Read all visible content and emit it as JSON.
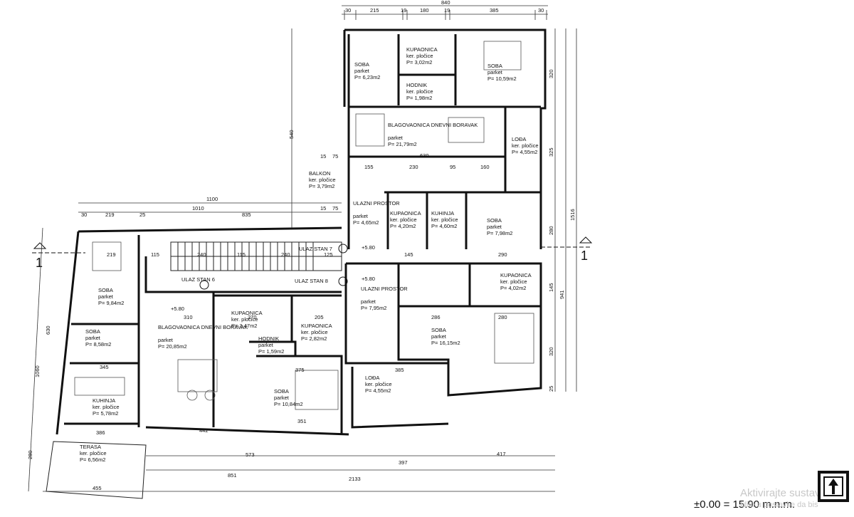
{
  "elevation": "±0.00 = 15.90 m.n.m.",
  "watermark": {
    "line1": "Aktivirajte sustav",
    "line2": "Idite u postavke da bis"
  },
  "section_mark": "1",
  "rooms": [
    {
      "name": "SOBA",
      "floor": "parket",
      "area": "P= 6,23m2"
    },
    {
      "name": "KUPAONICA",
      "floor": "ker. pločice",
      "area": "P= 3,02m2"
    },
    {
      "name": "SOBA",
      "floor": "parket",
      "area": "P= 10,59m2"
    },
    {
      "name": "HODNIK",
      "floor": "ker. pločice",
      "area": "P= 1,98m2"
    },
    {
      "name": "BLAGOVAONICA DNEVNI BORAVAK",
      "floor": "parket",
      "area": "P= 21,79m2"
    },
    {
      "name": "LOĐA",
      "floor": "ker. pločice",
      "area": "P= 4,55m2"
    },
    {
      "name": "BALKON",
      "floor": "ker. pločice",
      "area": "P= 3,79m2"
    },
    {
      "name": "ULAZNI PROSTOR",
      "floor": "parket",
      "area": "P= 4,65m2"
    },
    {
      "name": "KUPAONICA",
      "floor": "ker. pločice",
      "area": "P= 4,20m2"
    },
    {
      "name": "KUHINJA",
      "floor": "ker. pločice",
      "area": "P= 4,60m2"
    },
    {
      "name": "SOBA",
      "floor": "parket",
      "area": "P= 7,98m2"
    },
    {
      "name": "KUPAONICA",
      "floor": "ker. pločice",
      "area": "P= 4,02m2"
    },
    {
      "name": "ULAZNI PROSTOR",
      "floor": "parket",
      "area": "P= 7,95m2"
    },
    {
      "name": "SOBA",
      "floor": "parket",
      "area": "P= 16,15m2"
    },
    {
      "name": "LOĐA",
      "floor": "ker. pločice",
      "area": "P= 4,55m2"
    },
    {
      "name": "SOBA",
      "floor": "parket",
      "area": "P= 9,84m2"
    },
    {
      "name": "SOBA",
      "floor": "parket",
      "area": "P= 8,58m2"
    },
    {
      "name": "KUHINJA",
      "floor": "ker. pločice",
      "area": "P= 5,78m2"
    },
    {
      "name": "TERASA",
      "floor": "ker. pločice",
      "area": "P= 6,56m2"
    },
    {
      "name": "BLAGOVAONICA DNEVNI BORAVAK",
      "floor": "parket",
      "area": "P= 20,85m2"
    },
    {
      "name": "KUPAONICA",
      "floor": "ker. pločice",
      "area": "P= 3,47m2"
    },
    {
      "name": "KUPAONICA",
      "floor": "ker. pločice",
      "area": "P= 2,82m2"
    },
    {
      "name": "HODNIK",
      "floor": "parket",
      "area": "P= 1,59m2"
    },
    {
      "name": "SOBA",
      "floor": "parket",
      "area": "P= 10,84m2"
    }
  ],
  "entrances": [
    "ULAZ STAN 7",
    "ULAZ STAN 8",
    "ULAZ STAN 6"
  ],
  "levels": [
    "+5.80",
    "+5.80",
    "+5.80"
  ],
  "dims": {
    "top": [
      "840",
      "30",
      "215",
      "19",
      "180",
      "19",
      "385",
      "30"
    ],
    "mid": [
      "1100",
      "1010",
      "30",
      "219",
      "25",
      "835",
      "15",
      "75",
      "15",
      "75"
    ],
    "inner_h": [
      "155",
      "230",
      "95",
      "160",
      "630",
      "540",
      "145",
      "115",
      "240",
      "115",
      "240",
      "125",
      "290",
      "219",
      "310",
      "270",
      "205",
      "345",
      "286",
      "280",
      "375",
      "351",
      "386",
      "385",
      "442"
    ],
    "bottom": [
      "573",
      "397",
      "417",
      "851",
      "2133",
      "455"
    ],
    "left_v": [
      "1060",
      "630",
      "280"
    ],
    "right_v": [
      "1516",
      "941",
      "320",
      "325",
      "280",
      "145",
      "320",
      "25"
    ]
  }
}
